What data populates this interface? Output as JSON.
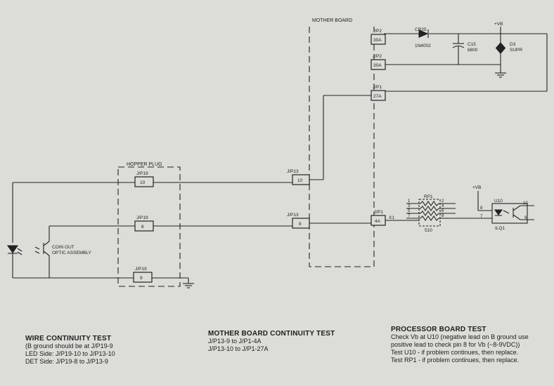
{
  "diagram": {
    "mother_board_label": "MOTHER BOARD",
    "hopper_plug_label": "HOPPER PLUG",
    "connectors": {
      "jp2_top": {
        "ref": "J/P2",
        "pin": "30A"
      },
      "jp2_mid": {
        "ref": "J/P2",
        "pin": "30A"
      },
      "jp1_top": {
        "ref": "J/P1",
        "pin": "27A"
      },
      "jp13_top": {
        "ref": "J/P13",
        "pin": "10"
      },
      "jp13_mid": {
        "ref": "J/P13",
        "pin": "8"
      },
      "jp1_mid": {
        "ref": "J/P1",
        "pin": "4A"
      },
      "jp19_top": {
        "ref": "J/P19",
        "pin": "10"
      },
      "jp19_mid": {
        "ref": "J/P19",
        "pin": "8"
      },
      "jp19_bot": {
        "ref": "J/P19",
        "pin": "9"
      }
    },
    "components": {
      "cr25": {
        "ref": "CR25",
        "value": "1N4002"
      },
      "c15": {
        "ref": "C15",
        "value": "6800"
      },
      "d3": {
        "ref": "D3",
        "value": "SUPR"
      },
      "vb_top": "+VB",
      "vb_right": "+VB",
      "rp1": {
        "ref": "RP1",
        "value": "510",
        "pins_left": [
          "1",
          "3",
          "5",
          "7"
        ],
        "pins_right": [
          "2",
          "4",
          "6",
          "8"
        ]
      },
      "u10": {
        "ref": "U10",
        "part": "ILQ1",
        "pins": [
          "8",
          "7",
          "10",
          "9"
        ]
      },
      "x1": "X1",
      "coin_out_line1": "COIN OUT",
      "coin_out_line2": "OPTIC ASSEMBLY"
    }
  },
  "notes": {
    "wire": {
      "title": "WIRE CONTINUITY TEST",
      "lines": [
        "(B ground should be at J/P19-9",
        "LED Side: J/P19-10 to J/P13-10",
        "DET Side: J/P19-8 to J/P13-9"
      ]
    },
    "mother": {
      "title": "MOTHER BOARD CONTINUITY TEST",
      "lines": [
        "J/P13-9 to J/P1-4A",
        "J/P13-10 to J/P1-27A"
      ]
    },
    "processor": {
      "title": "PROCESSOR BOARD TEST",
      "lines": [
        "Check Vb at U10  (negative lead on B ground use",
        "positive lead to check pin 8 for Vb  (~8-9VDC))",
        "Test U10 - if problem continues, then replace.",
        "Test RP1 - if problem continues, then replace."
      ]
    }
  }
}
